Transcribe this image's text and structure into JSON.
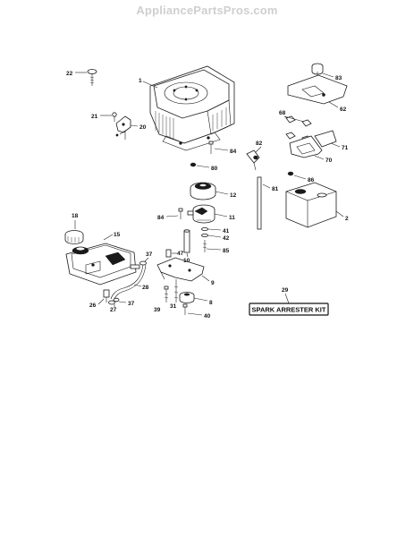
{
  "watermark": "AppliancePartsPros.com",
  "kit_label": "SPARK ARRESTER KIT",
  "labels": {
    "n1": "1",
    "n2": "2",
    "n8": "8",
    "n9": "9",
    "n10": "10",
    "n11": "11",
    "n12": "12",
    "n15": "15",
    "n18": "18",
    "n20": "20",
    "n21": "21",
    "n22": "22",
    "n26": "26",
    "n27": "27",
    "n28": "28",
    "n29": "29",
    "n31": "31",
    "n37a": "37",
    "n37b": "37",
    "n39": "39",
    "n40": "40",
    "n41": "41",
    "n42": "42",
    "n47": "47",
    "n62": "62",
    "n68": "68",
    "n70": "70",
    "n71": "71",
    "n80": "80",
    "n81": "81",
    "n82": "82",
    "n83": "83",
    "n84a": "84",
    "n84b": "84",
    "n85": "85",
    "n86": "86"
  }
}
